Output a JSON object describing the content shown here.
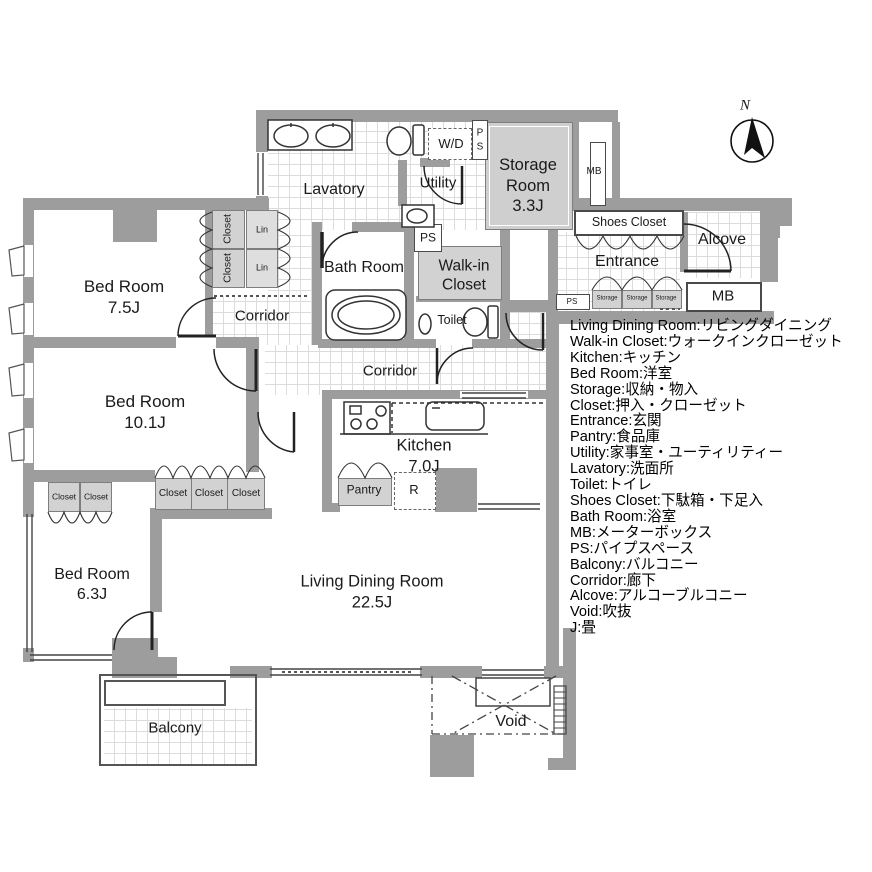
{
  "compass": {
    "label": "N"
  },
  "rooms": {
    "lavatory": "Lavatory",
    "utility": "Utility",
    "storage_room": {
      "name": "Storage Room",
      "size": "3.3J"
    },
    "wd": "W/D",
    "ps": "PS",
    "mb": "MB",
    "shoes_closet": "Shoes Closet",
    "alcove": "Alcove",
    "entrance": "Entrance",
    "storage_mini": "Storage",
    "bedroom_75": {
      "name": "Bed Room",
      "size": "7.5J"
    },
    "bedroom_101": {
      "name": "Bed Room",
      "size": "10.1J"
    },
    "bedroom_63": {
      "name": "Bed Room",
      "size": "6.3J"
    },
    "closet": "Closet",
    "lin": "Lin",
    "corridor": "Corridor",
    "bath": "Bath Room",
    "wic": "Walk-in Closet",
    "toilet": "Toilet",
    "kitchen": {
      "name": "Kitchen",
      "size": "7.0J"
    },
    "pantry": "Pantry",
    "refrigerator": "R",
    "ldk": {
      "name": "Living Dining Room",
      "size": "22.5J"
    },
    "balcony": "Balcony",
    "void": "Void"
  },
  "legend": {
    "items": [
      "Living Dining Room:リビングダイニング",
      "Walk-in Closet:ウォークインクローゼット",
      "Kitchen:キッチン",
      "Bed Room:洋室",
      "Storage:収納・物入",
      "Closet:押入・クローゼット",
      "Entrance:玄関",
      "Pantry:食品庫",
      "Utility:家事室・ユーティリティー",
      "Lavatory:洗面所",
      "Toilet:トイレ",
      "Shoes Closet:下駄箱・下足入",
      "Bath Room:浴室",
      "MB:メーターボックス",
      "PS:パイプスペース",
      "Balcony:バルコニー",
      "Corridor:廊下",
      "Alcove:アルコーブルコニー",
      "Void:吹抜",
      "J:畳"
    ]
  }
}
